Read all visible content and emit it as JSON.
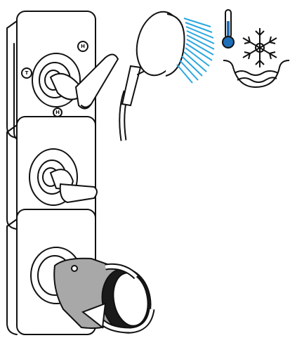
{
  "illustration": {
    "screw_labels": [
      "T",
      "H",
      "H"
    ],
    "colors": {
      "line": "#111111",
      "water_spray": "#2aa7e0",
      "thermometer": "#1f6fb8",
      "knob_fill": "#a8a8a8",
      "knob_dark": "#1a1a1a",
      "background": "#ffffff"
    },
    "icons": [
      "thermostat-valve",
      "volume-control-valve",
      "diverter-knob",
      "hand-shower",
      "shower-hose",
      "thermometer-icon",
      "snowflake-icon",
      "water-basin-icon",
      "rotation-arrow-icon"
    ]
  }
}
